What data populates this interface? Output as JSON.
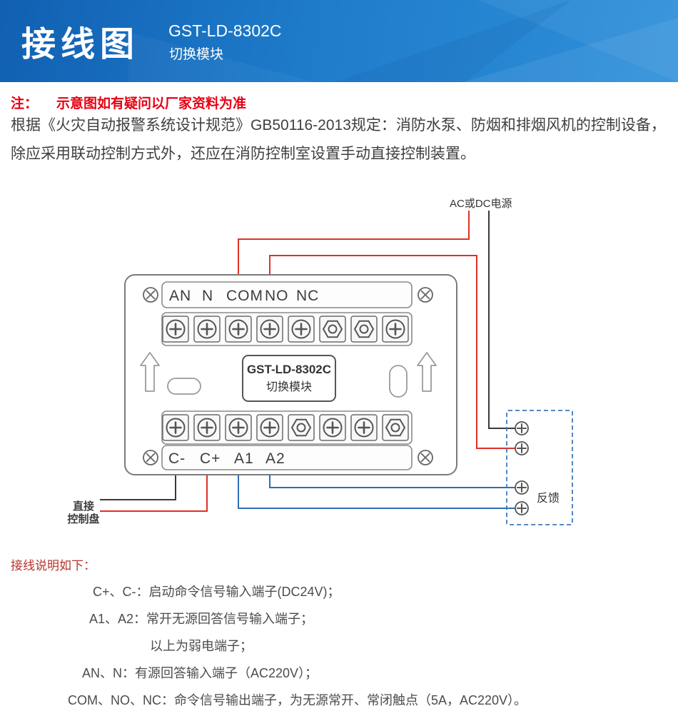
{
  "header": {
    "title": "接线图",
    "model": "GST-LD-8302C",
    "subtitle": "切换模块"
  },
  "note": {
    "prefix": "注：",
    "text": "示意图如有疑问以厂家资料为准"
  },
  "regulation": "根据《火灾自动报警系统设计规范》GB50116-2013规定：消防水泵、防烟和排烟风机的控制设备，除应采用联动控制方式外，还应在消防控制室设置手动直接控制装置。",
  "diagram": {
    "power_label": "AC或DC电源",
    "feedback_label": "反馈",
    "direct_panel_label": [
      "直接",
      "控制盘"
    ],
    "module": {
      "top_labels": [
        "AN",
        "N",
        "COM",
        "NO",
        "NC"
      ],
      "bottom_labels": [
        "C-",
        "C+",
        "A1",
        "A2"
      ],
      "name_line1": "GST-LD-8302C",
      "name_line2": "切换模块",
      "top_terminal_types": [
        "plus",
        "plus",
        "plus",
        "plus",
        "plus",
        "hex",
        "hex",
        "plus"
      ],
      "bottom_terminal_types": [
        "plus",
        "plus",
        "plus",
        "plus",
        "hex",
        "plus",
        "plus",
        "hex"
      ]
    }
  },
  "instructions": {
    "title": "接线说明如下：",
    "lines": [
      "C+、C-：启动命令信号输入端子(DC24V)；",
      "A1、A2：常开无源回答信号输入端子；",
      "以上为弱电端子；",
      "AN、N：有源回答输入端子（AC220V）；",
      "COM、NO、NC：命令信号输出端子，为无源常开、常闭触点（5A，AC220V）。"
    ]
  },
  "colors": {
    "header_blue": "#1e7bca",
    "accent_red": "#e60012",
    "section_red": "#b5342e",
    "wire_red": "#e03028",
    "wire_blue": "#2f6eb6",
    "wire_black": "#3a3a3a",
    "feedback_box": "#3f7ab8"
  }
}
